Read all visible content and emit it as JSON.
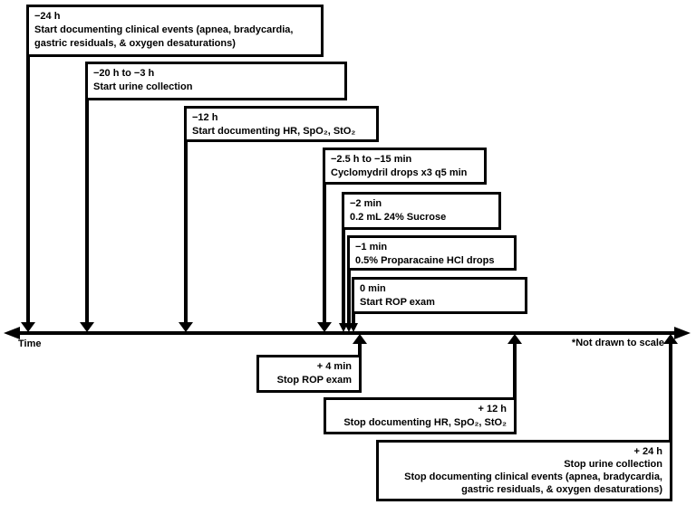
{
  "figure": {
    "axis_label": "Time",
    "scale_note": "*Not drawn to scale"
  },
  "pre_exam_events": [
    {
      "time": "−24 h",
      "desc": "Start documenting clinical events (apnea, bradycardia,\ngastric residuals, & oxygen desaturations)"
    },
    {
      "time": "−20 h to −3 h",
      "desc": "Start urine collection"
    },
    {
      "time": "−12 h",
      "desc": "Start documenting HR, SpO₂, StO₂"
    },
    {
      "time": "−2.5 h to −15 min",
      "desc": "Cyclomydril drops x3 q5 min"
    },
    {
      "time": "−2 min",
      "desc": "0.2 mL 24% Sucrose"
    },
    {
      "time": "−1 min",
      "desc": "0.5% Proparacaine HCl drops"
    },
    {
      "time": "0 min",
      "desc": "Start ROP exam"
    }
  ],
  "post_exam_events": [
    {
      "time": "+ 4 min",
      "desc": "Stop ROP exam"
    },
    {
      "time": "+ 12 h",
      "desc": "Stop documenting HR, SpO₂, StO₂"
    },
    {
      "time": "+ 24 h",
      "desc": "Stop urine collection\nStop documenting clinical events (apnea, bradycardia,\ngastric residuals, & oxygen desaturations)"
    }
  ],
  "colors": {
    "ink": "#000000",
    "background": "#ffffff"
  }
}
